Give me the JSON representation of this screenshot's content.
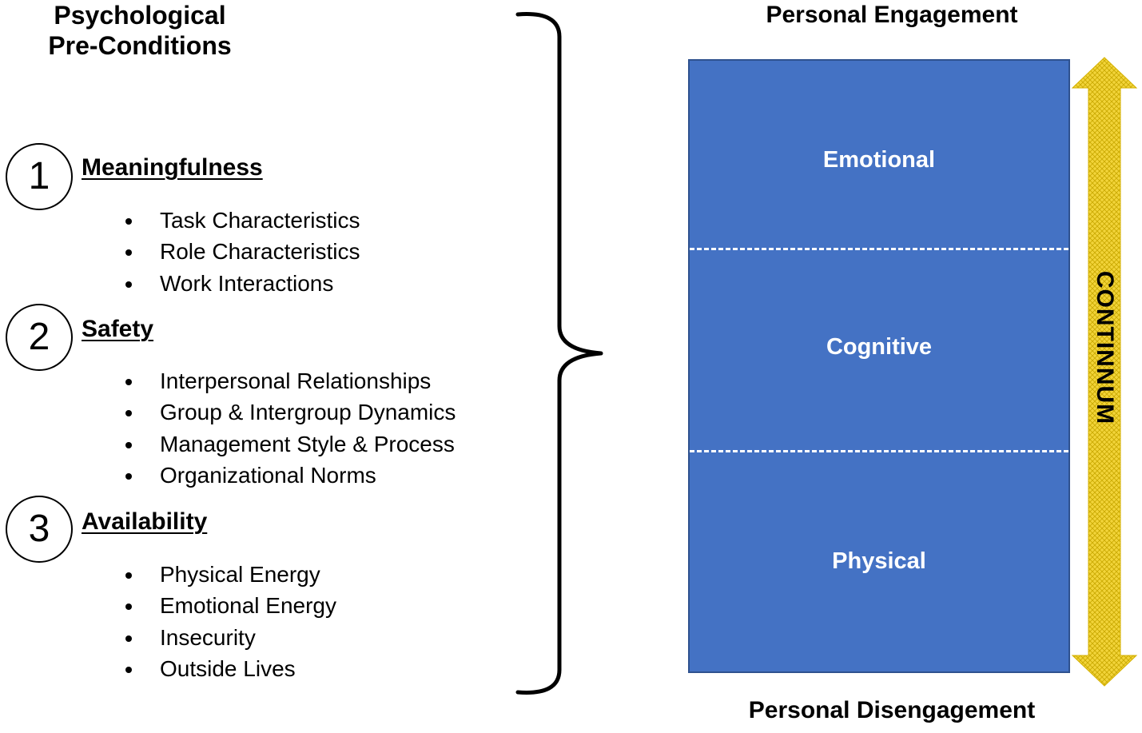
{
  "left_title": [
    "Psychological",
    "Pre-Conditions"
  ],
  "sections": [
    {
      "number": "1",
      "title": "Meaningfulness",
      "items": [
        "Task Characteristics",
        "Role Characteristics",
        "Work Interactions"
      ]
    },
    {
      "number": "2",
      "title": "Safety",
      "items": [
        "Interpersonal Relationships",
        "Group & Intergroup Dynamics",
        "Management Style & Process",
        "Organizational Norms"
      ]
    },
    {
      "number": "3",
      "title": "Availability",
      "items": [
        "Physical Energy",
        "Emotional Energy",
        "Insecurity",
        "Outside Lives"
      ]
    }
  ],
  "right": {
    "top_label": "Personal Engagement",
    "bottom_label": "Personal Disengagement",
    "dimensions": [
      "Emotional",
      "Cognitive",
      "Physical"
    ],
    "arrow_label": "CONTINNUM"
  },
  "colors": {
    "panel_fill": "#4472c4",
    "panel_border": "#2f528f",
    "arrow_fill": "#f2d43a",
    "arrow_hatch": "#c9a800"
  }
}
